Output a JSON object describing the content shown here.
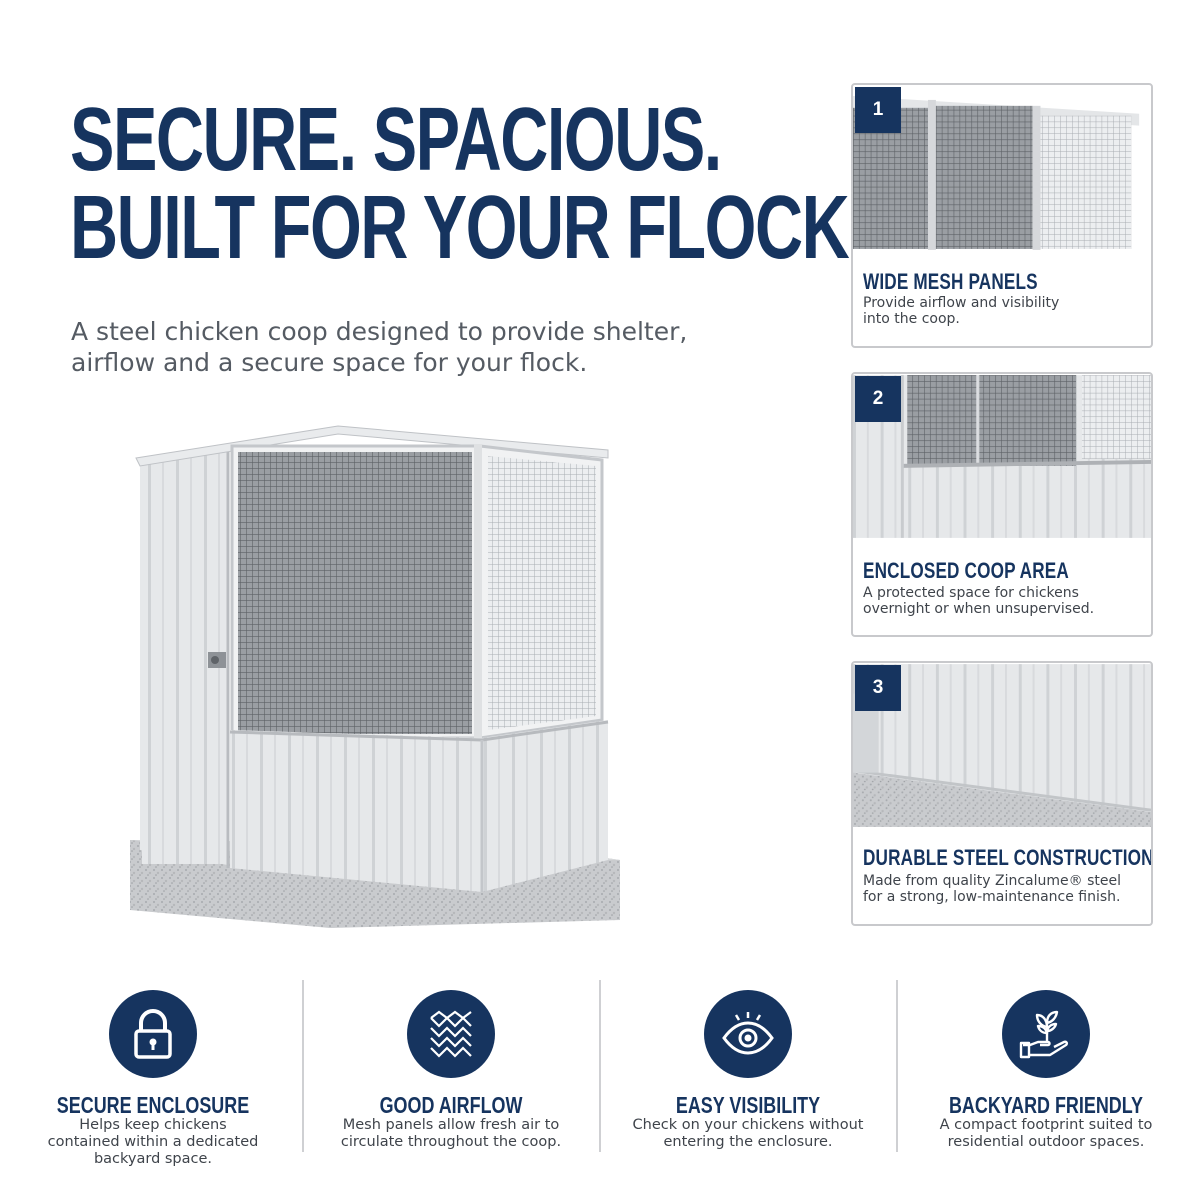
{
  "headline": {
    "line1": "SECURE. SPACIOUS.",
    "line2": "BUILT FOR YOUR FLOCK."
  },
  "subtitle": {
    "line1": "A steel chicken coop designed to provide shelter,",
    "line2": "airflow and a secure space for your flock."
  },
  "features": [
    {
      "number": "1",
      "title": "WIDE MESH PANELS",
      "desc_line1": "Provide airflow and visibility",
      "desc_line2": "into the coop."
    },
    {
      "number": "2",
      "title": "ENCLOSED COOP AREA",
      "desc_line1": "A protected space for chickens",
      "desc_line2": "overnight or when unsupervised."
    },
    {
      "number": "3",
      "title": "DURABLE STEEL CONSTRUCTION",
      "desc_line1": "Made from quality  Zincalume® steel",
      "desc_line2": "for a strong, low-maintenance finish."
    }
  ],
  "benefits": [
    {
      "icon": "lock-icon",
      "title": "SECURE ENCLOSURE",
      "desc_line1": "Helps keep chickens",
      "desc_line2": "contained within a dedicated",
      "desc_line3": "backyard space."
    },
    {
      "icon": "mesh-icon",
      "title": "GOOD AIRFLOW",
      "desc_line1": "Mesh panels allow fresh air to",
      "desc_line2": "circulate throughout the coop.",
      "desc_line3": ""
    },
    {
      "icon": "eye-icon",
      "title": "EASY VISIBILITY",
      "desc_line1": "Check on your chickens without",
      "desc_line2": "entering the enclosure.",
      "desc_line3": ""
    },
    {
      "icon": "plant-hand-icon",
      "title": "BACKYARD FRIENDLY",
      "desc_line1": "A compact footprint suited to",
      "desc_line2": "residential outdoor spaces.",
      "desc_line3": ""
    }
  ],
  "colors": {
    "brand_navy": "#16345f",
    "text_gray": "#555b63",
    "border_gray": "#c8c9cc"
  }
}
